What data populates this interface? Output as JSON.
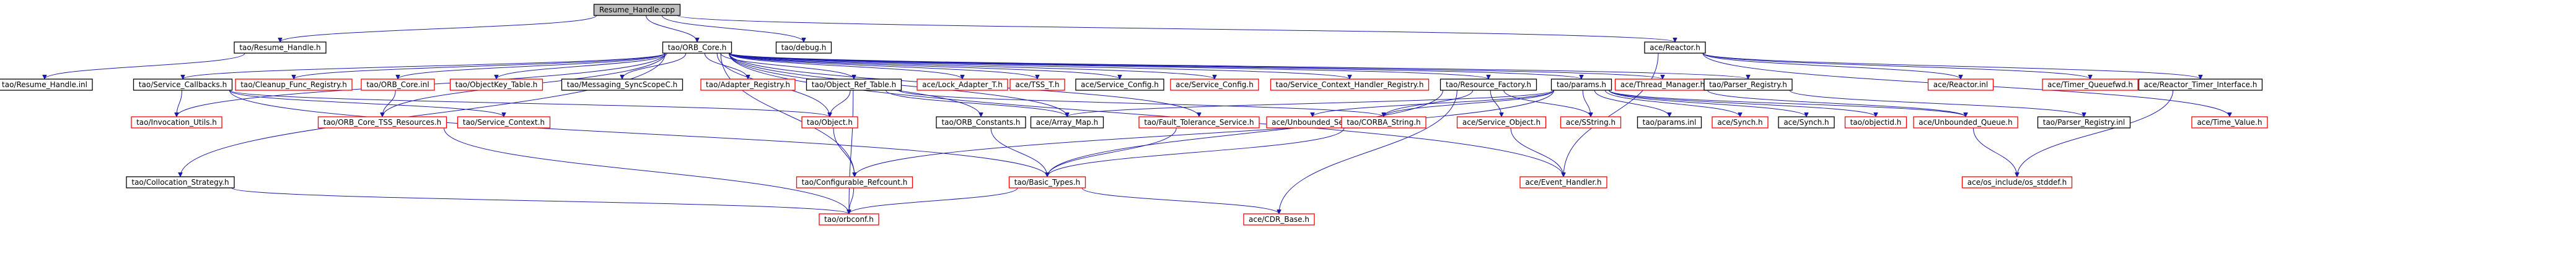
{
  "diagram": {
    "kind": "include-dependency-graph",
    "colors": {
      "root_fill": "#bfbfbf",
      "root_border": "#000000",
      "documented_border": "#000000",
      "external_border": "#ff0000",
      "edge": "#1a1aa8"
    },
    "nodes": [
      {
        "id": "resume_handle_cpp",
        "label": "Resume_Handle.cpp",
        "style": "root"
      },
      {
        "id": "tao_resume_handle_h",
        "label": "tao/Resume_Handle.h",
        "style": "documented"
      },
      {
        "id": "tao_orb_core_h",
        "label": "tao/ORB_Core.h",
        "style": "documented"
      },
      {
        "id": "tao_debug_h",
        "label": "tao/debug.h",
        "style": "documented"
      },
      {
        "id": "ace_reactor_h",
        "label": "ace/Reactor.h",
        "style": "documented"
      },
      {
        "id": "tao_resume_handle_inl",
        "label": "tao/Resume_Handle.inl",
        "style": "documented"
      },
      {
        "id": "tao_service_callbacks_h",
        "label": "tao/Service_Callbacks.h",
        "style": "documented"
      },
      {
        "id": "tao_cleanup_func_registry_h",
        "label": "tao/Cleanup_Func_Registry.h",
        "style": "external"
      },
      {
        "id": "tao_orb_core_inl",
        "label": "tao/ORB_Core.inl",
        "style": "external"
      },
      {
        "id": "tao_objectkey_table_h",
        "label": "tao/ObjectKey_Table.h",
        "style": "external"
      },
      {
        "id": "tao_messaging_syncscopec_h",
        "label": "tao/Messaging_SyncScopeC.h",
        "style": "documented"
      },
      {
        "id": "tao_adapter_registry_h",
        "label": "tao/Adapter_Registry.h",
        "style": "external"
      },
      {
        "id": "tao_object_ref_table_h",
        "label": "tao/Object_Ref_Table.h",
        "style": "documented"
      },
      {
        "id": "ace_lock_adapter_t_h",
        "label": "ace/Lock_Adapter_T.h",
        "style": "external"
      },
      {
        "id": "ace_tss_t_h",
        "label": "ace/TSS_T.h",
        "style": "external"
      },
      {
        "id": "ace_service_config_h_plain",
        "label": "ace/Service_Config.h",
        "style": "documented"
      },
      {
        "id": "ace_service_config_h",
        "label": "ace/Service_Config.h",
        "style": "external"
      },
      {
        "id": "tao_service_context_handler_registry_h",
        "label": "tao/Service_Context_Handler_Registry.h",
        "style": "external"
      },
      {
        "id": "tao_resource_factory_h",
        "label": "tao/Resource_Factory.h",
        "style": "documented"
      },
      {
        "id": "tao_params_h",
        "label": "tao/params.h",
        "style": "documented"
      },
      {
        "id": "ace_thread_manager_h",
        "label": "ace/Thread_Manager.h",
        "style": "external"
      },
      {
        "id": "tao_parser_registry_h",
        "label": "tao/Parser_Registry.h",
        "style": "documented"
      },
      {
        "id": "ace_reactor_inl",
        "label": "ace/Reactor.inl",
        "style": "external"
      },
      {
        "id": "ace_timer_queuefwd_h",
        "label": "ace/Timer_Queuefwd.h",
        "style": "external"
      },
      {
        "id": "ace_reactor_timer_interface_h",
        "label": "ace/Reactor_Timer_Interface.h",
        "style": "documented"
      },
      {
        "id": "tao_invocation_utils_h",
        "label": "tao/Invocation_Utils.h",
        "style": "external"
      },
      {
        "id": "tao_orb_core_tss_resources_h",
        "label": "tao/ORB_Core_TSS_Resources.h",
        "style": "external"
      },
      {
        "id": "tao_service_context_h",
        "label": "tao/Service_Context.h",
        "style": "external"
      },
      {
        "id": "tao_object_h",
        "label": "tao/Object.h",
        "style": "external"
      },
      {
        "id": "tao_orb_constants_h",
        "label": "tao/ORB_Constants.h",
        "style": "documented"
      },
      {
        "id": "ace_array_map_h",
        "label": "ace/Array_Map.h",
        "style": "documented"
      },
      {
        "id": "tao_fault_tolerance_service_h",
        "label": "tao/Fault_Tolerance_Service.h",
        "style": "external"
      },
      {
        "id": "ace_unbounded_set_h",
        "label": "ace/Unbounded_Set.h",
        "style": "external"
      },
      {
        "id": "tao_corba_string_h",
        "label": "tao/CORBA_String.h",
        "style": "external"
      },
      {
        "id": "ace_service_object_h",
        "label": "ace/Service_Object.h",
        "style": "external"
      },
      {
        "id": "ace_sstring_h",
        "label": "ace/SString.h",
        "style": "external"
      },
      {
        "id": "tao_params_inl",
        "label": "tao/params.inl",
        "style": "documented"
      },
      {
        "id": "ace_synch_h_red",
        "label": "ace/Synch.h",
        "style": "external"
      },
      {
        "id": "ace_synch_h",
        "label": "ace/Synch.h",
        "style": "documented"
      },
      {
        "id": "tao_objectid_h",
        "label": "tao/objectid.h",
        "style": "external"
      },
      {
        "id": "ace_unbounded_queue_h",
        "label": "ace/Unbounded_Queue.h",
        "style": "external"
      },
      {
        "id": "tao_parser_registry_inl",
        "label": "tao/Parser_Registry.inl",
        "style": "documented"
      },
      {
        "id": "ace_time_value_h",
        "label": "ace/Time_Value.h",
        "style": "external"
      },
      {
        "id": "tao_collocation_strategy_h",
        "label": "tao/Collocation_Strategy.h",
        "style": "documented"
      },
      {
        "id": "tao_configurable_refcount_h",
        "label": "tao/Configurable_Refcount.h",
        "style": "external"
      },
      {
        "id": "tao_basic_types_h",
        "label": "tao/Basic_Types.h",
        "style": "external"
      },
      {
        "id": "ace_event_handler_h",
        "label": "ace/Event_Handler.h",
        "style": "external"
      },
      {
        "id": "ace_os_include_os_stddef_h",
        "label": "ace/os_include/os_stddef.h",
        "style": "external"
      },
      {
        "id": "tao_orbconf_h",
        "label": "tao/orbconf.h",
        "style": "external"
      },
      {
        "id": "ace_cdr_base_h",
        "label": "ace/CDR_Base.h",
        "style": "external"
      }
    ],
    "edges": [
      [
        "resume_handle_cpp",
        "tao_resume_handle_h"
      ],
      [
        "resume_handle_cpp",
        "tao_orb_core_h"
      ],
      [
        "resume_handle_cpp",
        "tao_debug_h"
      ],
      [
        "resume_handle_cpp",
        "ace_reactor_h"
      ],
      [
        "tao_resume_handle_h",
        "tao_resume_handle_inl"
      ],
      [
        "tao_orb_core_h",
        "tao_service_callbacks_h"
      ],
      [
        "tao_orb_core_h",
        "tao_cleanup_func_registry_h"
      ],
      [
        "tao_orb_core_h",
        "tao_orb_core_inl"
      ],
      [
        "tao_orb_core_h",
        "tao_objectkey_table_h"
      ],
      [
        "tao_orb_core_h",
        "tao_messaging_syncscopec_h"
      ],
      [
        "tao_orb_core_h",
        "tao_adapter_registry_h"
      ],
      [
        "tao_orb_core_h",
        "tao_object_ref_table_h"
      ],
      [
        "tao_orb_core_h",
        "ace_lock_adapter_t_h"
      ],
      [
        "tao_orb_core_h",
        "ace_tss_t_h"
      ],
      [
        "tao_orb_core_h",
        "ace_service_config_h_plain"
      ],
      [
        "tao_orb_core_h",
        "ace_service_config_h"
      ],
      [
        "tao_orb_core_h",
        "tao_service_context_handler_registry_h"
      ],
      [
        "tao_orb_core_h",
        "tao_resource_factory_h"
      ],
      [
        "tao_orb_core_h",
        "tao_params_h"
      ],
      [
        "tao_orb_core_h",
        "ace_thread_manager_h"
      ],
      [
        "tao_orb_core_h",
        "tao_parser_registry_h"
      ],
      [
        "tao_orb_core_h",
        "tao_invocation_utils_h"
      ],
      [
        "tao_orb_core_h",
        "tao_orb_core_tss_resources_h"
      ],
      [
        "tao_orb_core_h",
        "tao_object_h"
      ],
      [
        "tao_orb_core_h",
        "tao_orb_constants_h"
      ],
      [
        "tao_orb_core_h",
        "tao_collocation_strategy_h"
      ],
      [
        "tao_orb_core_h",
        "tao_fault_tolerance_service_h"
      ],
      [
        "tao_orb_core_h",
        "ace_array_map_h"
      ],
      [
        "tao_orb_core_h",
        "tao_configurable_refcount_h"
      ],
      [
        "tao_orb_core_h",
        "ace_event_handler_h"
      ],
      [
        "ace_reactor_h",
        "ace_reactor_inl"
      ],
      [
        "ace_reactor_h",
        "ace_timer_queuefwd_h"
      ],
      [
        "ace_reactor_h",
        "ace_reactor_timer_interface_h"
      ],
      [
        "ace_reactor_h",
        "ace_time_value_h"
      ],
      [
        "ace_reactor_h",
        "ace_event_handler_h"
      ],
      [
        "tao_service_callbacks_h",
        "tao_invocation_utils_h"
      ],
      [
        "tao_service_callbacks_h",
        "tao_service_context_h"
      ],
      [
        "tao_service_callbacks_h",
        "tao_basic_types_h"
      ],
      [
        "tao_service_callbacks_h",
        "tao_object_h"
      ],
      [
        "tao_orb_core_inl",
        "tao_orb_core_tss_resources_h"
      ],
      [
        "tao_object_ref_table_h",
        "tao_object_h"
      ],
      [
        "tao_object_ref_table_h",
        "ace_array_map_h"
      ],
      [
        "tao_object_ref_table_h",
        "tao_corba_string_h"
      ],
      [
        "tao_object_ref_table_h",
        "tao_orbconf_h"
      ],
      [
        "tao_resource_factory_h",
        "ace_service_object_h"
      ],
      [
        "tao_resource_factory_h",
        "ace_sstring_h"
      ],
      [
        "tao_resource_factory_h",
        "tao_corba_string_h"
      ],
      [
        "tao_resource_factory_h",
        "tao_basic_types_h"
      ],
      [
        "tao_resource_factory_h",
        "ace_cdr_base_h"
      ],
      [
        "tao_params_h",
        "ace_unbounded_set_h"
      ],
      [
        "tao_params_h",
        "tao_corba_string_h"
      ],
      [
        "tao_params_h",
        "ace_sstring_h"
      ],
      [
        "tao_params_h",
        "tao_params_inl"
      ],
      [
        "tao_params_h",
        "ace_synch_h_red"
      ],
      [
        "tao_params_h",
        "ace_synch_h"
      ],
      [
        "tao_params_h",
        "tao_objectid_h"
      ],
      [
        "tao_params_h",
        "ace_unbounded_queue_h"
      ],
      [
        "tao_params_h",
        "ace_array_map_h"
      ],
      [
        "tao_params_h",
        "tao_configurable_refcount_h"
      ],
      [
        "ace_thread_manager_h",
        "ace_unbounded_queue_h"
      ],
      [
        "tao_parser_registry_h",
        "tao_parser_registry_inl"
      ],
      [
        "ace_reactor_timer_interface_h",
        "ace_os_include_os_stddef_h"
      ],
      [
        "tao_orb_core_tss_resources_h",
        "tao_orbconf_h"
      ],
      [
        "tao_object_h",
        "tao_configurable_refcount_h"
      ],
      [
        "tao_orb_constants_h",
        "tao_basic_types_h"
      ],
      [
        "tao_collocation_strategy_h",
        "tao_orbconf_h"
      ],
      [
        "tao_fault_tolerance_service_h",
        "tao_basic_types_h"
      ],
      [
        "tao_corba_string_h",
        "tao_basic_types_h"
      ],
      [
        "ace_service_object_h",
        "ace_event_handler_h"
      ],
      [
        "ace_unbounded_queue_h",
        "ace_os_include_os_stddef_h"
      ],
      [
        "tao_configurable_refcount_h",
        "tao_orbconf_h"
      ],
      [
        "tao_basic_types_h",
        "tao_orbconf_h"
      ],
      [
        "tao_basic_types_h",
        "ace_cdr_base_h"
      ]
    ]
  }
}
